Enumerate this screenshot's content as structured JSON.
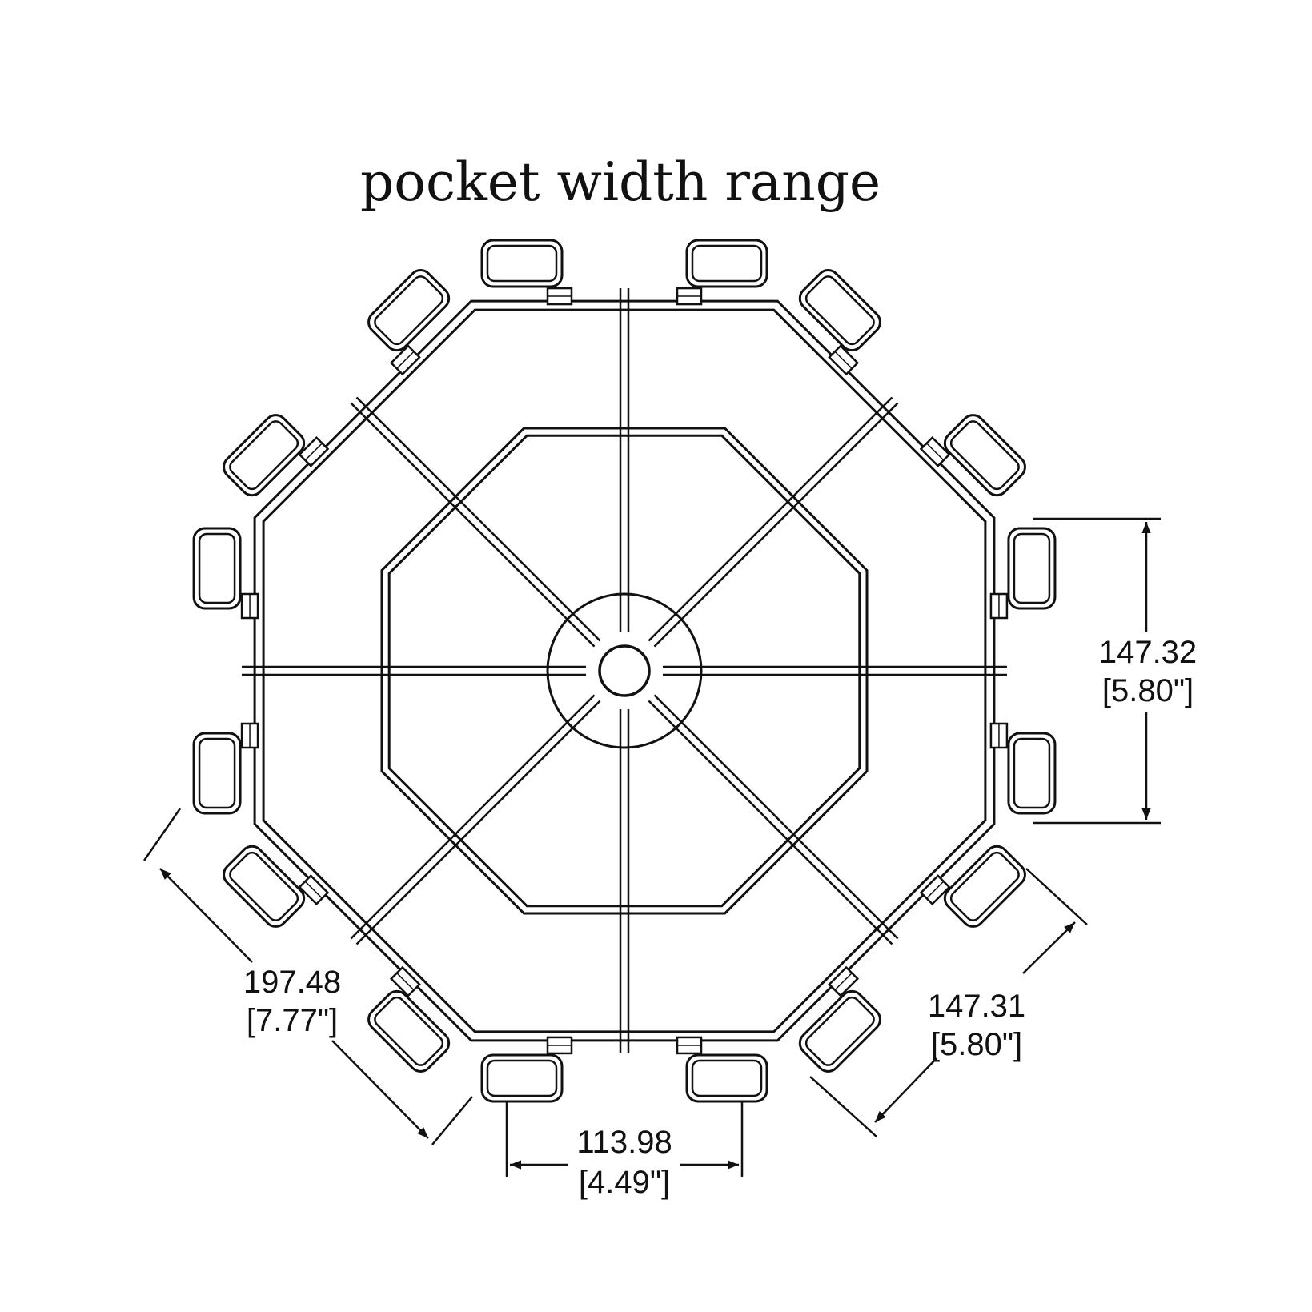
{
  "title": "pocket width range",
  "colors": {
    "line": "#111111",
    "background": "#ffffff"
  },
  "dimensions": {
    "right_vertical": {
      "value": "147.32",
      "inch": "[5.80\"]"
    },
    "bottom_right_diagonal": {
      "value": "147.31",
      "inch": "[5.80\"]"
    },
    "bottom_left_diagonal": {
      "value": "197.48",
      "inch": "[7.77\"]"
    },
    "bottom_horizontal": {
      "value": "113.98",
      "inch": "[4.49\"]"
    }
  }
}
